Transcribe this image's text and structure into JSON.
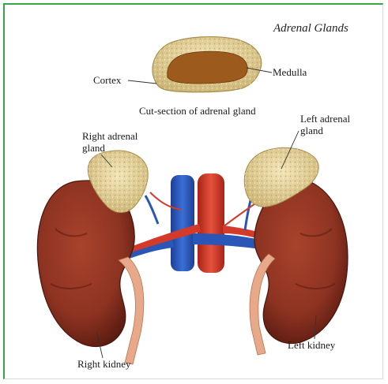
{
  "title": "Adrenal Glands",
  "labels": {
    "cortex": "Cortex",
    "medulla": "Medulla",
    "cut_section": "Cut-section of adrenal gland",
    "right_adrenal_line1": "Right adrenal",
    "right_adrenal_line2": "gland",
    "left_adrenal_line1": "Left adrenal",
    "left_adrenal_line2": "gland",
    "right_kidney": "Right kidney",
    "left_kidney": "Left kidney"
  },
  "colors": {
    "frame": "#3aa64a",
    "kidney": "#8e3322",
    "kidney_dark": "#5d1d12",
    "adrenal": "#e8d9a4",
    "adrenal_dark": "#c9b273",
    "medulla": "#a9661f",
    "vein": "#2a56b8",
    "artery": "#d33a2a",
    "ureter": "#e8a98a"
  }
}
